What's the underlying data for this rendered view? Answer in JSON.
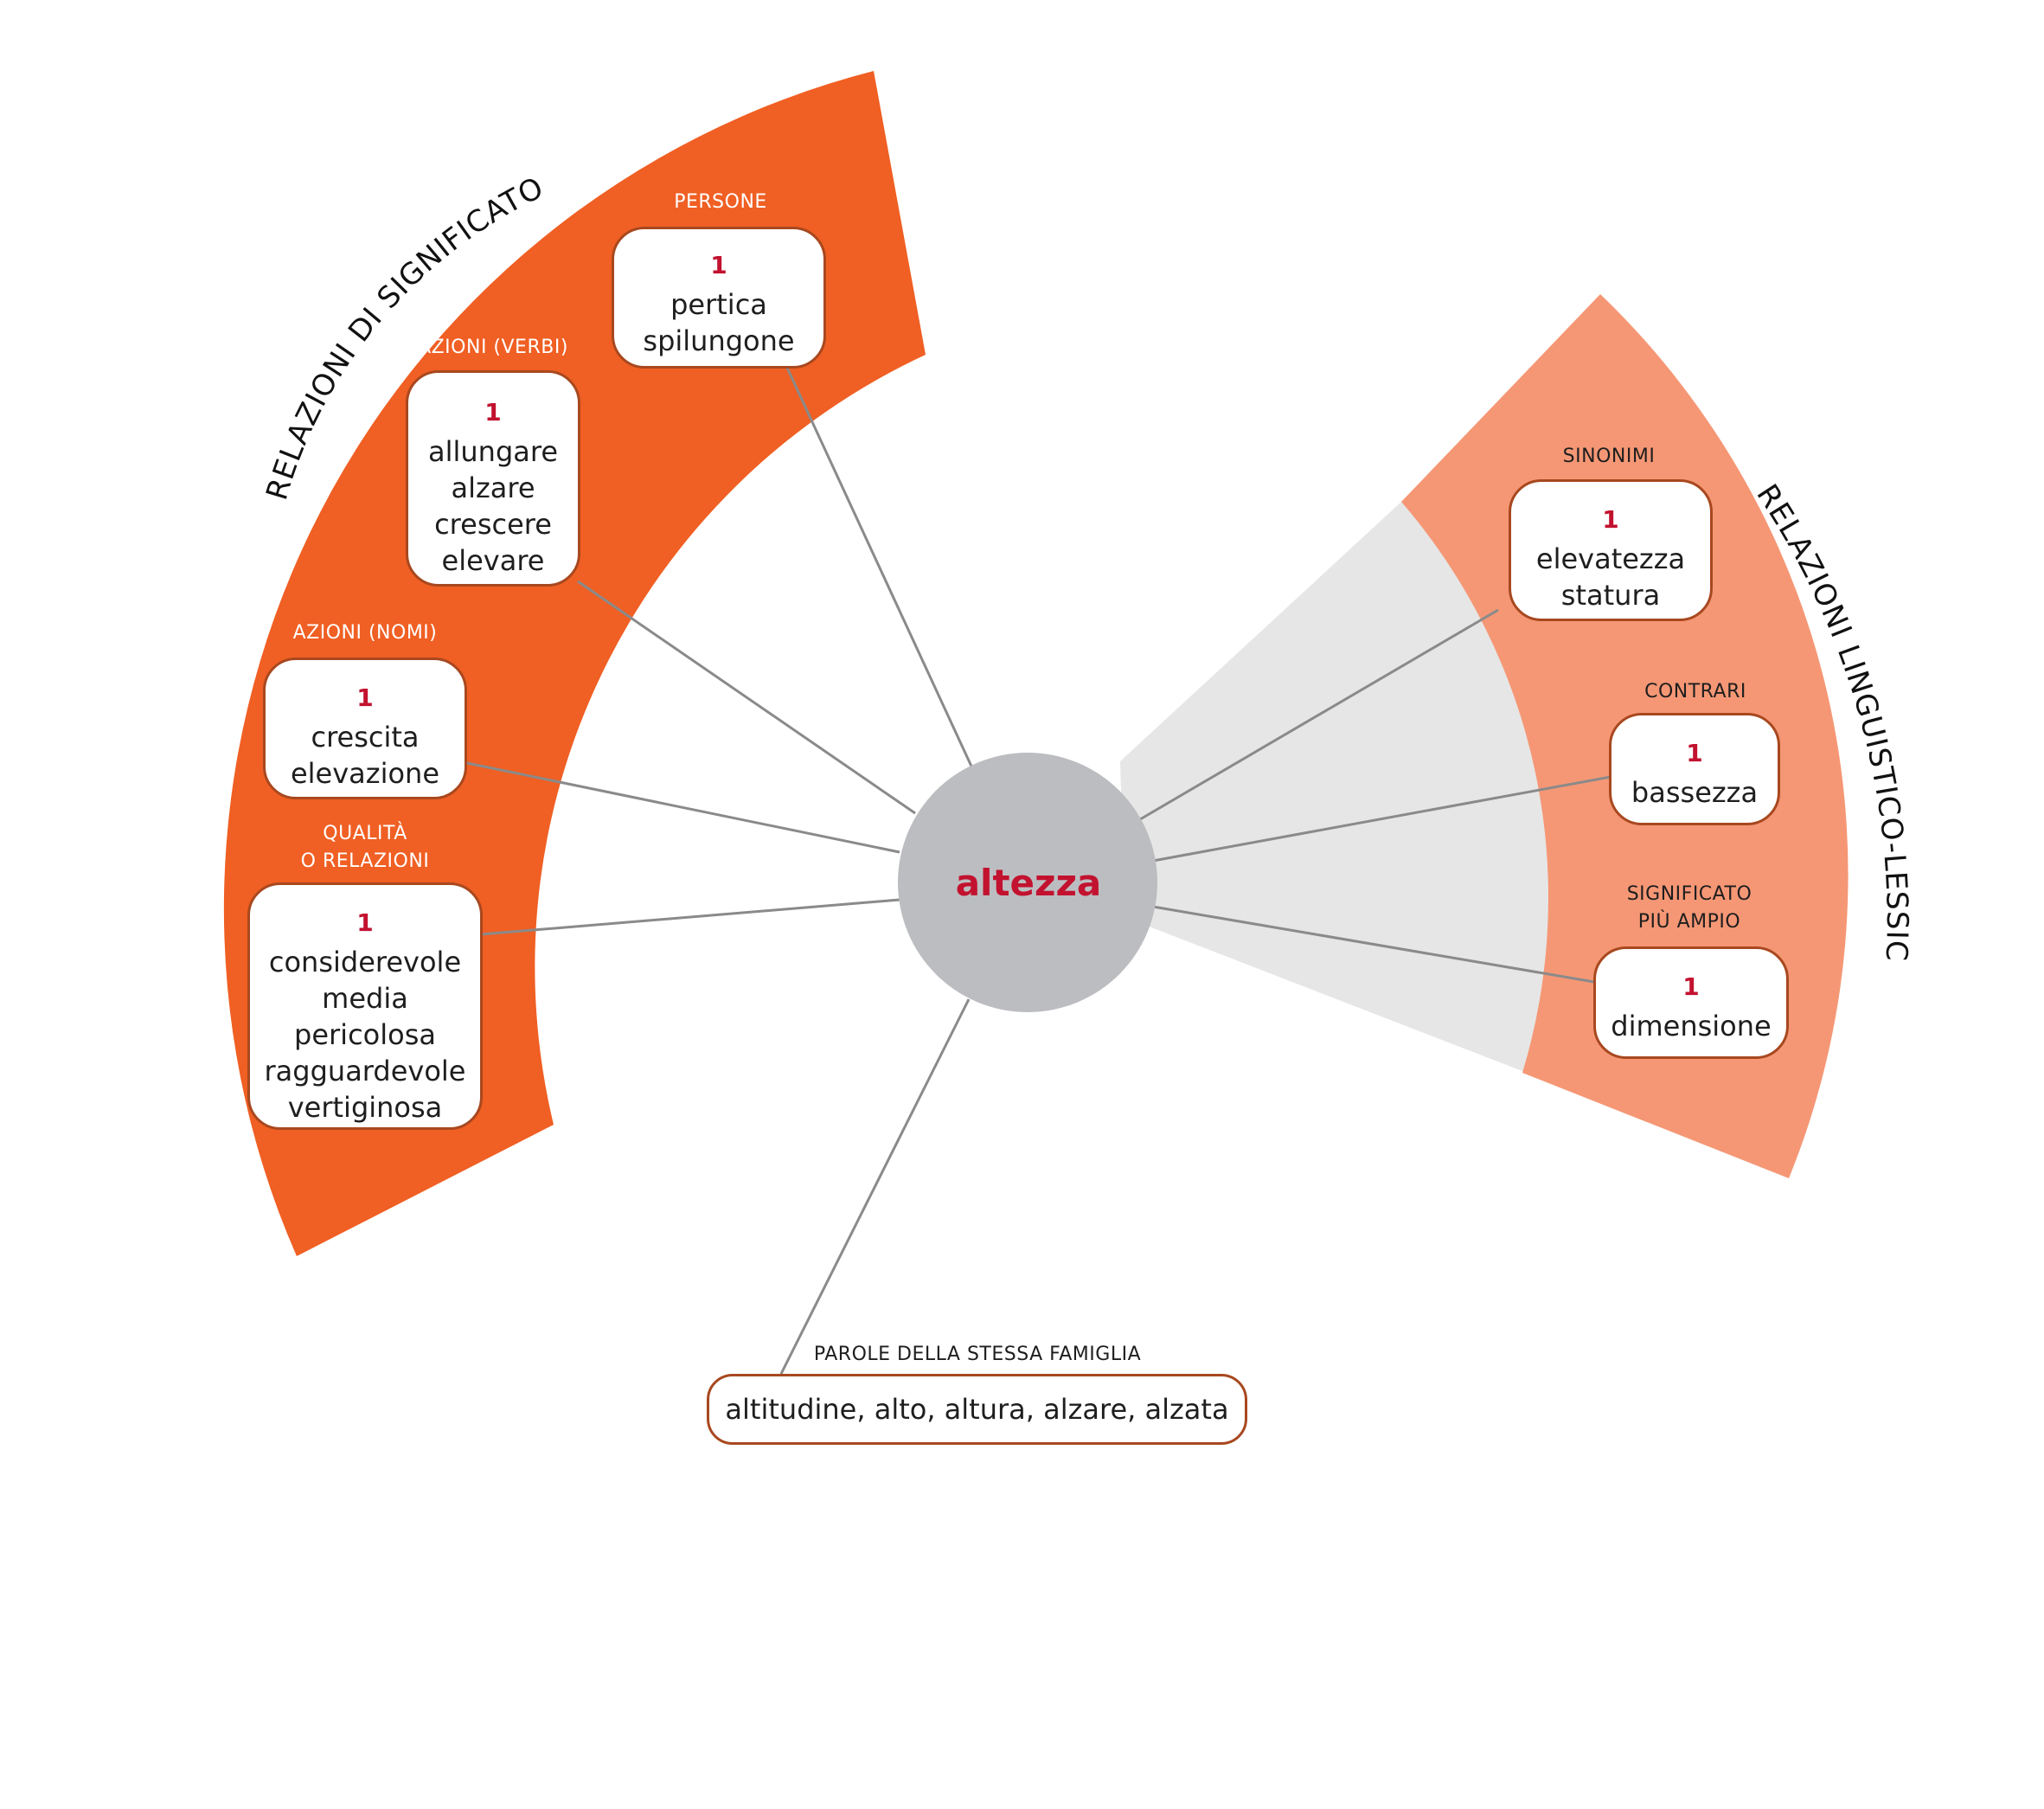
{
  "center": {
    "word": "altezza"
  },
  "arcs": {
    "left_title": "RELAZIONI DI SIGNIFICATO",
    "right_title": "RELAZIONI LINGUISTICO-LESSICALI"
  },
  "colors": {
    "left_sector": "#f05f23",
    "right_sector": "#f59775",
    "wedge": "#e6e6e6",
    "center_circle": "#bcbdc0",
    "accent": "#c2122f",
    "box_border": "#a8481f"
  },
  "groups": {
    "persone": {
      "label": "PERSONE",
      "number": "1",
      "words": [
        "pertica",
        "spilungone"
      ]
    },
    "azioni_verbi": {
      "label": "AZIONI (VERBI)",
      "number": "1",
      "words": [
        "allungare",
        "alzare",
        "crescere",
        "elevare"
      ]
    },
    "azioni_nomi": {
      "label": "AZIONI (NOMI)",
      "number": "1",
      "words": [
        "crescita",
        "elevazione"
      ]
    },
    "qualita": {
      "label_line1": "QUALITÀ",
      "label_line2": "O RELAZIONI",
      "number": "1",
      "words": [
        "considerevole",
        "media",
        "pericolosa",
        "ragguardevole",
        "vertiginosa"
      ]
    },
    "sinonimi": {
      "label": "SINONIMI",
      "number": "1",
      "words": [
        "elevatezza",
        "statura"
      ]
    },
    "contrari": {
      "label": "CONTRARI",
      "number": "1",
      "words": [
        "bassezza"
      ]
    },
    "significato": {
      "label_line1": "SIGNIFICATO",
      "label_line2": "PIÙ AMPIO",
      "number": "1",
      "words": [
        "dimensione"
      ]
    },
    "famiglia": {
      "label": "PAROLE DELLA STESSA FAMIGLIA",
      "text": "altitudine, alto, altura, alzare, alzata"
    }
  }
}
